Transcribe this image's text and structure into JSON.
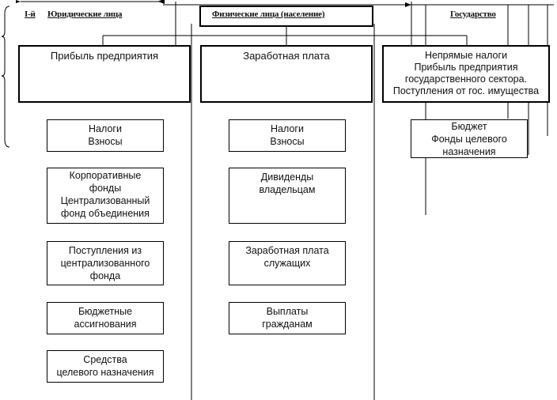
{
  "headers": {
    "level": "I-й",
    "legal": "Юридические лица",
    "physical": "Физические лица (население)",
    "state": "Государство"
  },
  "top_boxes": {
    "legal": "Прибыль предприятия",
    "physical": "Заработная плата",
    "state": "Непрямые налоги\nПрибыль предприятия\nгосударственного сектора.\nПоступления от гос. имущества"
  },
  "legal_column": [
    "Налоги\nВзносы",
    "Корпоративные\nфонды\nЦентрализованный\nфонд объединения",
    "Поступления из\nцентрализованного\nфонда",
    "Бюджетные\nассигнования",
    "Средства\nцелевого назначения"
  ],
  "physical_column": [
    "Налоги\nВзносы",
    "Дивиденды\nвладельцам",
    "Заработная плата\nслужащих",
    "Выплаты\nгражданам"
  ],
  "state_column": [
    "Бюджет\nФонды целевого\nназначения"
  ]
}
